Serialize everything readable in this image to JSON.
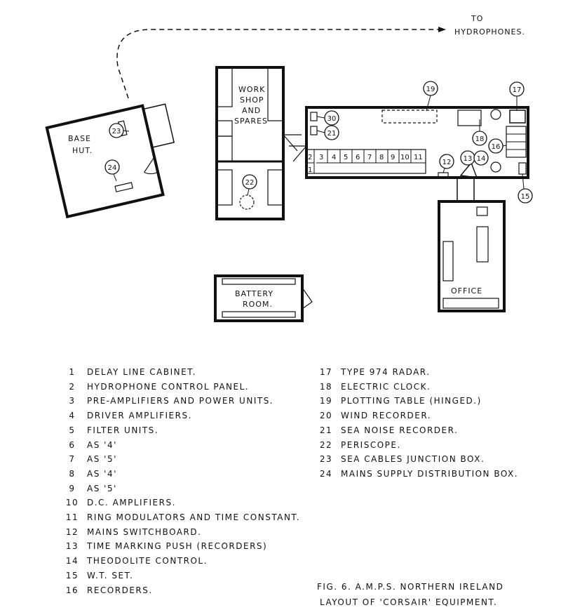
{
  "hydrophones_label": [
    "TO",
    "HYDROPHONES."
  ],
  "rooms": {
    "base_hut": [
      "BASE",
      "HUT."
    ],
    "workshop": [
      "WORK",
      "SHOP",
      "AND",
      "SPARES"
    ],
    "battery_room": [
      "BATTERY",
      "ROOM."
    ],
    "office": "OFFICE"
  },
  "cabinet_numbers": [
    "2",
    "1",
    "3",
    "4",
    "5",
    "6",
    "7",
    "8",
    "9",
    "10",
    "11"
  ],
  "callouts": [
    "19",
    "17",
    "30",
    "21",
    "18",
    "16",
    "13",
    "14",
    "12",
    "15",
    "23",
    "24",
    "22"
  ],
  "legend_left": [
    {
      "num": "1",
      "text": "DELAY LINE CABINET."
    },
    {
      "num": "2",
      "text": "HYDROPHONE CONTROL PANEL."
    },
    {
      "num": "3",
      "text": "PRE-AMPLIFIERS AND POWER UNITS."
    },
    {
      "num": "4",
      "text": "DRIVER AMPLIFIERS."
    },
    {
      "num": "5",
      "text": "FILTER UNITS."
    },
    {
      "num": "6",
      "text": "AS '4'"
    },
    {
      "num": "7",
      "text": "AS '5'"
    },
    {
      "num": "8",
      "text": "AS '4'"
    },
    {
      "num": "9",
      "text": "AS '5'"
    },
    {
      "num": "10",
      "text": "D.C. AMPLIFIERS."
    },
    {
      "num": "11",
      "text": "RING MODULATORS AND TIME CONSTANT."
    },
    {
      "num": "12",
      "text": "MAINS SWITCHBOARD."
    },
    {
      "num": "13",
      "text": "TIME MARKING PUSH   (RECORDERS)"
    },
    {
      "num": "14",
      "text": "THEODOLITE CONTROL."
    },
    {
      "num": "15",
      "text": "W.T. SET."
    },
    {
      "num": "16",
      "text": "RECORDERS."
    }
  ],
  "legend_right": [
    {
      "num": "17",
      "text": "TYPE 974 RADAR."
    },
    {
      "num": "18",
      "text": "ELECTRIC CLOCK."
    },
    {
      "num": "19",
      "text": "PLOTTING TABLE   (HINGED.)"
    },
    {
      "num": "20",
      "text": "WIND RECORDER."
    },
    {
      "num": "21",
      "text": "SEA NOISE RECORDER."
    },
    {
      "num": "22",
      "text": "PERISCOPE."
    },
    {
      "num": "23",
      "text": "SEA CABLES JUNCTION BOX."
    },
    {
      "num": "24",
      "text": "MAINS SUPPLY DISTRIBUTION BOX."
    }
  ],
  "caption": {
    "line1": "FIG. 6.   A.M.P.S. NORTHERN IRELAND",
    "line2": "LAYOUT OF 'CORSAIR' EQUIPMENT."
  }
}
